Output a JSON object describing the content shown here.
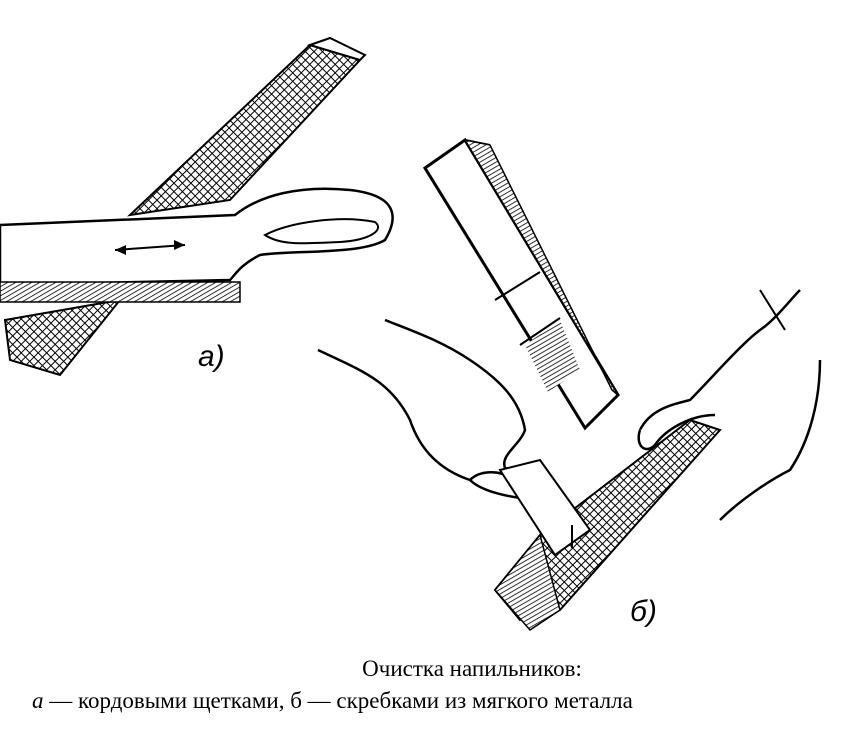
{
  "figure": {
    "label_a": "а)",
    "label_b": "б)"
  },
  "caption": {
    "title": "Очистка напильников:",
    "part_a_letter": "а",
    "part_a_text": " — кордовыми щетками, б — скребками из мягкого металла"
  }
}
